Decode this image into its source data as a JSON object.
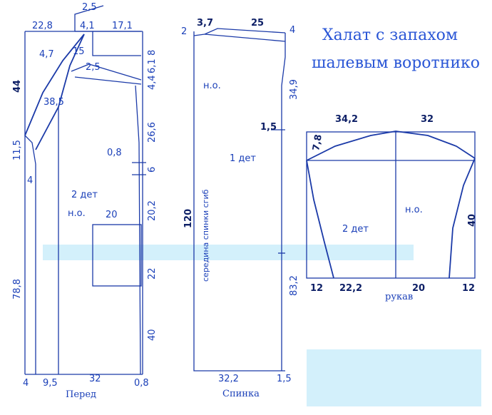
{
  "title": {
    "line1": "Халат с запахом",
    "line2": "шалевым воротнико"
  },
  "front": {
    "caption": "Перед",
    "pieces": "2 дет",
    "grain": "н.о.",
    "dims": {
      "top_extension": "2,5",
      "neck_left": "22,8",
      "neck_depth": "4,1",
      "shoulder_right": "17,1",
      "collar_side": "4,7",
      "collar_angle": "15",
      "collar_step": "2,5",
      "shoulder_drop_a": "6,1",
      "shoulder_drop_b": "8",
      "shoulder_drop_c": "4,4",
      "armhole_left": "44",
      "lapel": "38,5",
      "side_upper": "26,6",
      "dart": "0,8",
      "dart_len": "6",
      "waist_left": "11,5",
      "front_ext": "4",
      "pocket_width": "20",
      "pocket_top": "20,2",
      "pocket_side": "22",
      "length_left": "78,8",
      "side_lower": "40",
      "hem_left": "4",
      "hem_fold": "9,5",
      "hem_width": "32",
      "hem_right": "0,8"
    }
  },
  "back": {
    "caption": "Спинка",
    "pieces": "1 дет",
    "grain": "н.о.",
    "fold_label": "середина спинки сгиб",
    "dims": {
      "neck_left": "2",
      "neck_width": "3,7",
      "shoulder": "25",
      "shoulder_drop": "4",
      "armhole": "34,9",
      "side_offset": "1,5",
      "length": "120",
      "lower_side": "83,2",
      "hem_width": "32,2",
      "hem_right": "1,5"
    }
  },
  "sleeve": {
    "caption": "рукав",
    "pieces": "2 дет",
    "grain": "н.о.",
    "dims": {
      "cap_left": "34,2",
      "cap_right": "32",
      "cap_height": "7,8",
      "length": "40",
      "hem_left": "12",
      "hem_mid_left": "22,2",
      "hem_mid_right": "20",
      "hem_right": "12"
    }
  }
}
